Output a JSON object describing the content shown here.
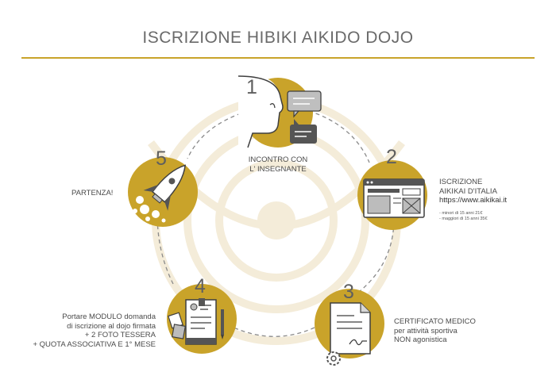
{
  "title": "ISCRIZIONE HIBIKI AIKIDO DOJO",
  "colors": {
    "gold": "#c9a32a",
    "cream": "#f4ecd9",
    "gray_dark": "#5a5a5a",
    "gray_mid": "#bcbcbc",
    "dash": "#8a8a8a",
    "text": "#4a4a4a"
  },
  "steps": [
    {
      "number": "1",
      "icon": "dialogue-face-icon",
      "lines": [
        "INCONTRO CON",
        "L' INSEGNANTE"
      ]
    },
    {
      "number": "2",
      "icon": "website-form-icon",
      "lines": [
        "ISCRIZIONE",
        "AIKIKAI D'ITALIA"
      ],
      "link": "https://www.aikikai.it",
      "notes": [
        "- minori di 15 anni 21€",
        "- maggiori di 15 anni 35€"
      ]
    },
    {
      "number": "3",
      "icon": "medical-certificate-icon",
      "lines": [
        "CERTIFICATO MEDICO",
        "per attività sportiva",
        "NON agonistica"
      ]
    },
    {
      "number": "4",
      "icon": "form-documents-icon",
      "lines": [
        "Portare MODULO domanda",
        "di iscrizione al dojo firmata",
        "+ 2 FOTO TESSERA",
        "+ QUOTA ASSOCIATIVA E 1° MESE"
      ]
    },
    {
      "number": "5",
      "icon": "rocket-icon",
      "lines": [
        "PARTENZA!"
      ]
    }
  ]
}
